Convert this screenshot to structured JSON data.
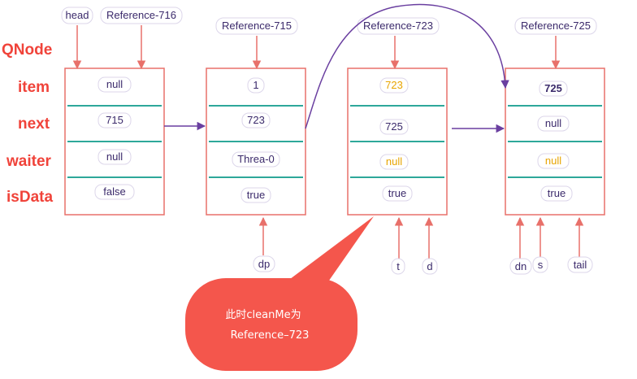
{
  "row_labels": [
    "QNode",
    "item",
    "next",
    "waiter",
    "isData"
  ],
  "nodes": [
    {
      "ref": "",
      "cells": [
        {
          "text": "null",
          "color": "#3b2a6b"
        },
        {
          "text": "715",
          "color": "#3b2a6b"
        },
        {
          "text": "null",
          "color": "#3b2a6b"
        },
        {
          "text": "false",
          "color": "#3b2a6b"
        }
      ]
    },
    {
      "ref": "Reference-715",
      "cells": [
        {
          "text": "1",
          "color": "#3b2a6b"
        },
        {
          "text": "723",
          "color": "#3b2a6b"
        },
        {
          "text": "Threa-0",
          "color": "#3b2a6b"
        },
        {
          "text": "true",
          "color": "#3b2a6b"
        }
      ]
    },
    {
      "ref": "Reference-723",
      "cells": [
        {
          "text": "723",
          "color": "#e8a400"
        },
        {
          "text": "725",
          "color": "#3b2a6b"
        },
        {
          "text": "null",
          "color": "#e8a400"
        },
        {
          "text": "true",
          "color": "#3b2a6b"
        }
      ]
    },
    {
      "ref": "Reference-725",
      "cells": [
        {
          "text": "725",
          "color": "#3b2a6b"
        },
        {
          "text": "null",
          "color": "#3b2a6b"
        },
        {
          "text": "null",
          "color": "#e8a400"
        },
        {
          "text": "true",
          "color": "#3b2a6b"
        }
      ]
    }
  ],
  "top_pointers": [
    "head",
    "Reference-716"
  ],
  "bottom_pointers": [
    "dp",
    "t",
    "d",
    "dn",
    "s",
    "tail"
  ],
  "callout": {
    "line1": "此时cleanMe为",
    "line2": "Reference–723"
  },
  "colors": {
    "box": "#e8706a",
    "divider": "#2ea89a",
    "label": "#f0433a",
    "arrow_red": "#e8706a",
    "arrow_purple": "#6a3fa0",
    "bubble": "#f4564c",
    "text": "#3b2a6b",
    "highlight": "#e8a400"
  }
}
